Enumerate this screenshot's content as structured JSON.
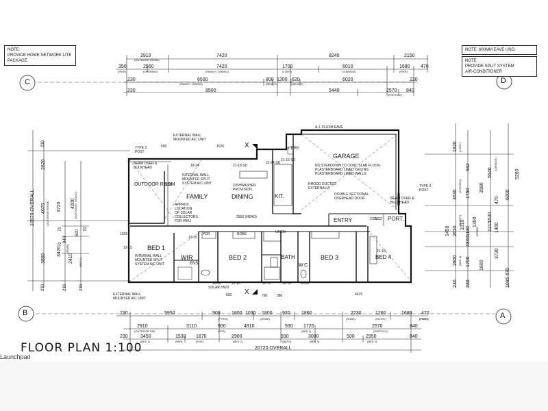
{
  "notes": {
    "top_left": [
      "NOTE:",
      "PROVIDE HOME NETWORK LITE",
      "PACKAGE."
    ],
    "top_right_1": "NOTE: 600MM EAVE UNO.",
    "top_right_2": [
      "NOTE:",
      "PROVIDE SPLIT SYSTEM",
      "AIR-CONDITIONER"
    ]
  },
  "grid_markers": [
    "C",
    "D",
    "B",
    "A"
  ],
  "title": "FLOOR PLAN 1:100",
  "launchpad": "Launchpad",
  "top_dims": {
    "row1": [
      "2910",
      "7420",
      "8240",
      "2150"
    ],
    "row1_sub": [
      "(OUTDOOR ROOM)"
    ],
    "row2": [
      "350",
      "2560",
      "7420",
      "1700",
      "6010",
      "1680",
      "470"
    ],
    "row2_sub": [
      "(PIER)",
      "(OPENING)",
      "(FAMILY / DINING)",
      "(L'DRY)",
      "(GARAGE)",
      "(PIER)"
    ],
    "row3": [
      "230",
      "6500",
      "800",
      "1200",
      "620",
      "6020",
      "220"
    ],
    "row3_sub": [
      "(FAMILY / DINING)",
      "(BENCH)",
      "(BENCH)"
    ],
    "row4": [
      "230",
      "8500",
      "5440",
      "2570",
      "840"
    ],
    "row4_sub": [
      "(PORTICO)"
    ]
  },
  "bottom_dims": {
    "row1": [
      "230",
      "5950",
      "900",
      "1800",
      "1030",
      "1800",
      "930",
      "1860",
      "2230",
      "1260",
      "1680",
      "470"
    ],
    "row1_sub": [
      "(PTRIS)",
      "(ROBE)",
      "(ROBE)",
      "(ENTRY)",
      "(PTRIS)",
      "(PIER)"
    ],
    "row2": [
      "2910",
      "3110",
      "900",
      "4910",
      "930",
      "1720",
      "2570",
      "840"
    ],
    "row2_sub": [
      "(OUTDOOR RM)",
      "(PDR)",
      "(BED 2)",
      "(PORTICO)"
    ],
    "row3": [
      "230",
      "3450",
      "1530",
      "1870",
      "2900",
      "930",
      "3000",
      "500",
      "2950",
      "840"
    ],
    "row3_sub": [
      "(BED 1)",
      "(WIR)",
      "(ENS)",
      "(BED 2)",
      "(BATH)",
      "(BED 3)",
      "(BED 4)"
    ],
    "row4": [
      "20720 OVERALL"
    ]
  },
  "left_dims": {
    "overall": "10570 OVERALL",
    "col_a": [
      "2620",
      "4070",
      "3880"
    ],
    "col_b": [
      "3720",
      "3420"
    ],
    "col_c": [
      "4000",
      "2410"
    ],
    "small": [
      "230",
      "940",
      "230",
      "500",
      "230",
      "230",
      "70",
      "70",
      "70"
    ],
    "sub": [
      "(OUTDOOR ROOM)",
      "(OUTDOOR / DINING)",
      "(ROBE)",
      "(BED 1)"
    ]
  },
  "right_dims": {
    "col_a": [
      "1920",
      "3530",
      "2630",
      "1450",
      "1010",
      "2900",
      "230"
    ],
    "col_b": [
      "942",
      "1750",
      "1800",
      "1300",
      "1130",
      "1700",
      "230"
    ],
    "col_c": [
      "5540",
      "1530",
      "3580",
      "1210",
      "1460",
      "3730",
      "470",
      "1800"
    ],
    "col_d": [
      "6000",
      "5280",
      "1095 470"
    ],
    "sub": [
      "(L'DRY)",
      "(KITCHEN)",
      "(GARAGE)",
      "(ENTRY)",
      "(ROBE)",
      "(BED 4)"
    ]
  },
  "rooms": {
    "outdoor": "OUTDOOR ROOM",
    "family": "FAMILY",
    "dining": "DINING",
    "kit": "KIT.",
    "garage": "GARAGE",
    "entry": "ENTRY",
    "port": "PORT.",
    "bed1": "BED 1",
    "wir": "WIR",
    "ens": "ENS.",
    "bed2": "BED 2",
    "bath": "BATH",
    "wc": "W.C",
    "bed3": "BED 3",
    "bed4": "BED 4",
    "ldry": "L'DRY",
    "linen": "LINEN",
    "robe": "ROBE",
    "pdr": "PDR"
  },
  "annotations": {
    "ext_ac": [
      "EXTERNAL WALL",
      "MOUNTED A/C UNIT"
    ],
    "int_split": [
      "INTERNAL WALL",
      "MOUNTED SPLIT",
      "SYSTEM A/C UNIT"
    ],
    "int_split_bed1": [
      "INTERNAL WALL",
      "MOUNTED SPLIT",
      "SYSTEM A/C UNIT"
    ],
    "ext_ac_bottom": [
      "EXTERNAL WALL",
      "MOUNTED A/C UNIT"
    ],
    "dishwasher": [
      "DISHWASHER",
      "PROVISION"
    ],
    "solar": [
      "APPROX.",
      "LOCATION",
      "OF SOLAR",
      "COLLECTORS",
      "FOR HWU"
    ],
    "garage_note": [
      "NO STEPDOWN TO CONC SLAB FLOOR",
      "PLASTERBOARD LINED CEILING",
      "PLASTERBOARD LINED WALLS"
    ],
    "hood": [
      "RHOOD DUCTED",
      "EXTERNALLY"
    ],
    "overhead": [
      "DOUBLE SECTIONAL",
      "OVERHEAD DOOR"
    ],
    "solar_hwu": "SOLAR HWU",
    "type2_post_1": [
      "TYPE 2",
      "POST"
    ],
    "type2_post_2": [
      "TYPE 2",
      "POST"
    ],
    "beam_over": [
      "BEAM OVER &",
      "BULKHEAD"
    ],
    "beam_over_2": [
      "BEAM OVER &",
      "BULKHEAD"
    ],
    "flush_eave": "A.J. FLUSH EAVE",
    "dims_small": [
      "590",
      "1520",
      "18-24",
      "21-18 SD",
      "21-24 SD",
      "21-15 SD",
      "21-12",
      "10-06",
      "12-18",
      "12-15",
      "12-18",
      "10-06",
      "830",
      "760",
      "380",
      "4415",
      "1180",
      "1035",
      "2550 (HEAD)",
      "12-15",
      "21-12",
      "12-15",
      "21-18"
    ],
    "section_marks": [
      "X",
      "X"
    ]
  }
}
